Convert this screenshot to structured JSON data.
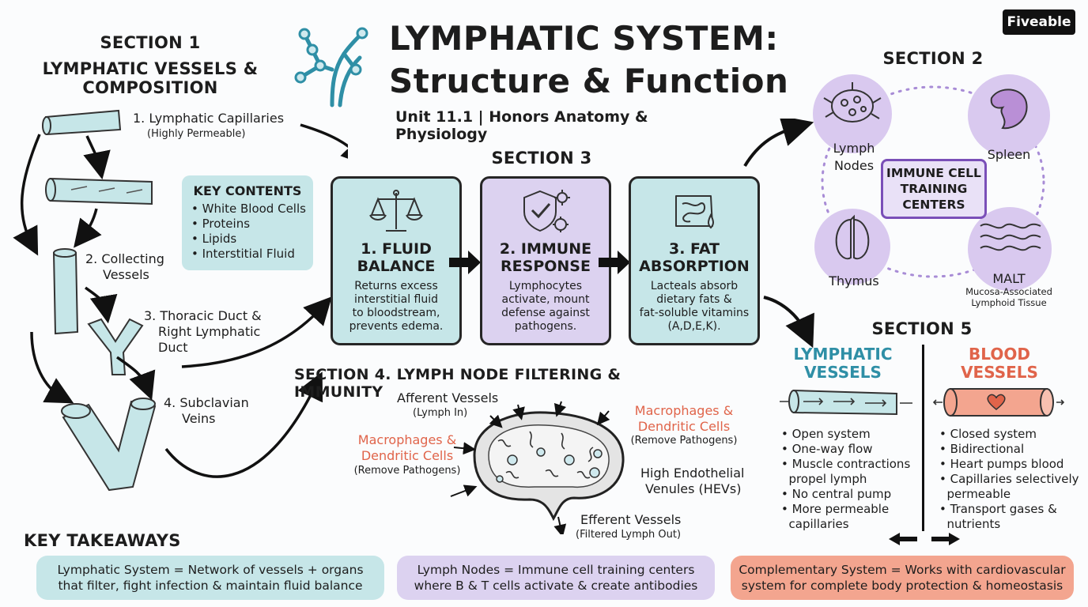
{
  "brand": "Fiveable",
  "title": {
    "line1": "LYMPHATIC SYSTEM:",
    "line2": "Structure & Function",
    "subtitle": "Unit 11.1 | Honors Anatomy & Physiology"
  },
  "section1": {
    "heading": "SECTION 1",
    "title_line1": "LYMPHATIC VESSELS &",
    "title_line2": "COMPOSITION",
    "steps": [
      {
        "label": "1. Lymphatic Capillaries",
        "sub": "(Highly Permeable)"
      },
      {
        "label_line1": "2. Collecting",
        "label_line2": "Vessels"
      },
      {
        "label_line1": "3. Thoracic Duct &",
        "label_line2": "Right Lymphatic",
        "label_line3": "Duct"
      },
      {
        "label_line1": "4. Subclavian",
        "label_line2": "Veins"
      }
    ],
    "key_contents": {
      "title": "KEY CONTENTS",
      "items": [
        "• White Blood Cells",
        "• Proteins",
        "• Lipids",
        "• Interstitial Fluid"
      ]
    }
  },
  "section3": {
    "heading": "SECTION 3",
    "cards": [
      {
        "title_line1": "1. FLUID",
        "title_line2": "BALANCE",
        "body": [
          "Returns excess",
          "interstitial fluid",
          "to bloodstream,",
          "prevents edema."
        ]
      },
      {
        "title_line1": "2. IMMUNE",
        "title_line2": "RESPONSE",
        "body": [
          "Lymphocytes",
          "activate, mount",
          "defense against",
          "pathogens."
        ]
      },
      {
        "title_line1": "3. FAT",
        "title_line2": "ABSORPTION",
        "body": [
          "Lacteals absorb",
          "dietary fats &",
          "fat-soluble vitamins",
          "(A,D,E,K)."
        ]
      }
    ]
  },
  "section2": {
    "heading": "SECTION 2",
    "center_line1": "IMMUNE CELL",
    "center_line2": "TRAINING",
    "center_line3": "CENTERS",
    "organs": {
      "lymph_nodes_line1": "Lymph",
      "lymph_nodes_line2": "Nodes",
      "spleen": "Spleen",
      "thymus": "Thymus",
      "malt": "MALT",
      "malt_sub_line1": "Mucosa-Associated",
      "malt_sub_line2": "Lymphoid Tissue"
    }
  },
  "section4": {
    "heading": "SECTION 4. LYMPH NODE FILTERING & IMMUNITY",
    "afferent": "Afferent Vessels",
    "afferent_sub": "(Lymph In)",
    "macro_left_line1": "Macrophages &",
    "macro_left_line2": "Dendritic Cells",
    "macro_left_sub": "(Remove Pathogens)",
    "macro_right_line1": "Macrophages &",
    "macro_right_line2": "Dendritic Cells",
    "macro_right_sub": "(Remove Pathogens)",
    "hev_line1": "High Endothelial",
    "hev_line2": "Venules (HEVs)",
    "efferent": "Efferent Vessels",
    "efferent_sub": "(Filtered Lymph Out)"
  },
  "section5": {
    "heading": "SECTION 5",
    "lymph_title_line1": "LYMPHATIC",
    "lymph_title_line2": "VESSELS",
    "blood_title_line1": "BLOOD",
    "blood_title_line2": "VESSELS",
    "lymph_items": [
      "• Open system",
      "• One-way flow",
      "• Muscle contractions",
      "  propel lymph",
      "• No central pump",
      "• More permeable",
      "  capillaries"
    ],
    "blood_items": [
      "• Closed system",
      "• Bidirectional",
      "• Heart pumps blood",
      "• Capillaries selectively",
      "  permeable",
      "• Transport gases &",
      "  nutrients"
    ]
  },
  "takeaways": {
    "heading": "KEY TAKEAWAYS",
    "items": [
      {
        "line1": "Lymphatic System = Network of vessels + organs",
        "line2": "that filter, fight infection & maintain fluid balance"
      },
      {
        "line1": "Lymph Nodes = Immune cell training centers",
        "line2": "where B & T cells activate & create antibodies"
      },
      {
        "line1": "Complementary System = Works with cardiovascular",
        "line2": "system for complete body protection & homeostasis"
      }
    ]
  },
  "colors": {
    "teal": "#c6e6e8",
    "lavender": "#dcd2f0",
    "coral": "#f3a58f",
    "lymph_blue": "#2f8fa6",
    "blood_red": "#e0644a",
    "purple": "#7a4fb8"
  }
}
